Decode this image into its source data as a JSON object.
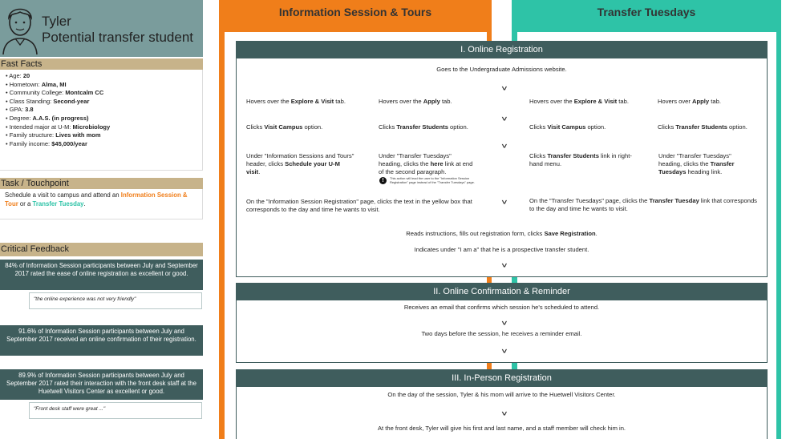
{
  "persona": {
    "name": "Tyler",
    "role": "Potential transfer student"
  },
  "fast_facts": {
    "title": "Fast Facts",
    "items": [
      {
        "label": "Age: ",
        "value": "20"
      },
      {
        "label": "Hometown: ",
        "value": "Alma, MI"
      },
      {
        "label": "Community College: ",
        "value": "Montcalm CC"
      },
      {
        "label": "Class Standing: ",
        "value": "Second-year"
      },
      {
        "label": "GPA: ",
        "value": "3.8"
      },
      {
        "label": "Degree: ",
        "value": "A.A.S. (in progress)"
      },
      {
        "label": "Intended major at U-M: ",
        "value": "Microbiology"
      },
      {
        "label": "Family structure: ",
        "value": "Lives with mom"
      },
      {
        "label": "Family income: ",
        "value": "$45,000/year"
      }
    ]
  },
  "task": {
    "title": "Task / Touchpoint",
    "prefix": "Schedule a visit to campus and attend an ",
    "option1": "Information Session & Tour",
    "middle": " or a ",
    "option2": "Transfer Tuesday",
    "suffix": "."
  },
  "feedback": {
    "title": "Critical Feedback",
    "stat1": "84% of Information Session participants between July and September 2017 rated the ease of online registration as excellent or good.",
    "quote1": "\"the online experience was not very friendly\"",
    "stat2": "91.6% of Information Session participants between July and September 2017 received an online confirmation of their registration.",
    "stat3": "89.9% of Information Session participants between July and September 2017 rated their interaction with the front desk staff at the Huetwell Visitors Center as excellent or good.",
    "quote2": "\"Front desk staff were great ...\""
  },
  "columns": {
    "left_title": "Information Session & Tours",
    "right_title": "Transfer Tuesdays"
  },
  "phase1": {
    "title": "I. Online Registration",
    "step_top": "Goes to the Undergraduate Admissions website.",
    "a1_pre": "Hovers over the ",
    "a1_bold": "Explore & Visit",
    "a1_post": " tab.",
    "b1_pre": "Hovers over the ",
    "b1_bold": "Apply",
    "b1_post": " tab.",
    "c1_pre": "Hovers over the ",
    "c1_bold": "Explore & Visit",
    "c1_post": " tab.",
    "d1_pre": "Hovers over ",
    "d1_bold": "Apply",
    "d1_post": " tab.",
    "a2_pre": "Clicks ",
    "a2_bold": "Visit Campus",
    "a2_post": " option.",
    "b2_pre": "Clicks ",
    "b2_bold": "Transfer Students",
    "b2_post": " option.",
    "c2_pre": "Clicks ",
    "c2_bold": "Visit Campus",
    "c2_post": " option.",
    "d2_pre": "Clicks ",
    "d2_bold": "Transfer Students",
    "d2_post": " option.",
    "a3_pre": "Under \"Information Sessions and Tours\" header, clicks ",
    "a3_bold": "Schedule your U-M visit",
    "a3_post": ".",
    "b3_pre": "Under \"Transfer Tuesdays\" heading, clicks the ",
    "b3_bold": "here",
    "b3_post": " link at end of the second paragraph.",
    "b3_note": "This action will lead the user to the \"Information Session Registration\" page instead of the \"Transfer Tuesdays\" page.",
    "c3_pre": "Clicks ",
    "c3_bold": "Transfer Students",
    "c3_post": " link in right-hand menu.",
    "d3_pre": "Under \"Transfer Tuesdays\" heading, clicks the ",
    "d3_bold": "Transfer Tuesdays",
    "d3_post": " heading link.",
    "left4": "On the \"Information Session Registration\" page, clicks the text in the yellow box that corresponds to the day and time he wants to visit.",
    "right4_pre": "On the \"Transfer Tuesdays\" page, clicks the ",
    "right4_bold": "Transfer Tuesday",
    "right4_post": " link that corresponds to the day and time he wants to visit.",
    "step5_pre": "Reads instructions, fills out registration form, clicks ",
    "step5_bold": "Save Registration",
    "step5_post": ".",
    "step6": "Indicates under \"I am a\" that he is a prospective transfer student."
  },
  "phase2": {
    "title": "II. Online Confirmation & Reminder",
    "step1": "Receives an email that confirms which session he's scheduled to attend.",
    "step2": "Two days before the session, he receives a reminder email."
  },
  "phase3": {
    "title": "III. In-Person Registration",
    "step1": "On the day of the session, Tyler & his mom will arrive to the Huetwell Visitors Center.",
    "step2": "At the front desk, Tyler will give his first and last name, and a staff member will check him in."
  },
  "colors": {
    "orange": "#f07e1a",
    "teal": "#2ec3a7",
    "dark_slate": "#3f5d5d",
    "header_slate": "#7a9c9c",
    "tan": "#c7b38a"
  }
}
